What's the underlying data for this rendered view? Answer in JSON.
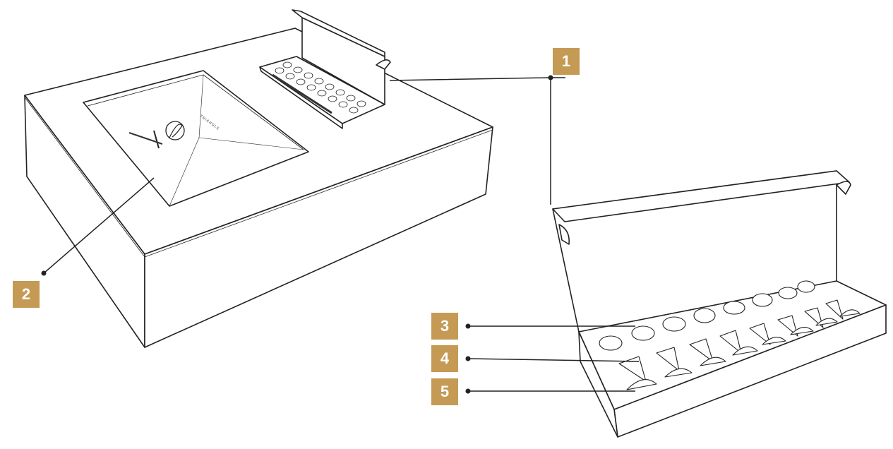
{
  "callouts": [
    {
      "number": "1"
    },
    {
      "number": "2"
    },
    {
      "number": "3"
    },
    {
      "number": "4"
    },
    {
      "number": "5"
    }
  ],
  "lid_brand_text": "TRIANGLE",
  "colors": {
    "badge": "#c49a55",
    "line": "#222222",
    "background": "#ffffff"
  }
}
